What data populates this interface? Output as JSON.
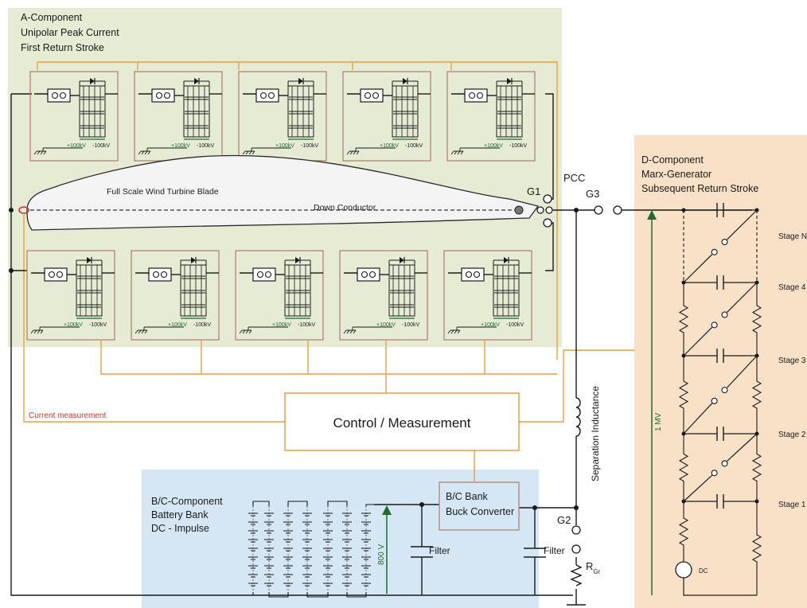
{
  "colors": {
    "a_component_bg": "#e6ecd4",
    "bc_component_bg": "#d5e7f4",
    "d_component_bg": "#f9e1c8",
    "control_wire": "#e8a13c",
    "voltage_arrow": "#1e6b2e",
    "current_measurement_text": "#c0392b"
  },
  "a_component": {
    "title_lines": [
      "A-Component",
      "Unipolar Peak Current",
      "First Return Stroke"
    ],
    "modules_top_count": 5,
    "modules_bottom_count": 5,
    "module_pos_label": "+100kV",
    "module_neg_label": "-100kV"
  },
  "blade": {
    "label": "Full Scale Wind Turbine Blade",
    "conductor_label": "Down Conductor"
  },
  "nodes": {
    "g1": "G1",
    "pcc": "PCC",
    "g3": "G3",
    "g2": "G2",
    "rgr": "R",
    "rgr_sub": "Gr"
  },
  "d_component": {
    "title_lines": [
      "D-Component",
      "Marx-Generator",
      "Subsequent Return Stroke"
    ],
    "stages": [
      "Stage N",
      "Stage 4",
      "Stage 3",
      "Stage 2",
      "Stage 1"
    ],
    "voltage_label": "1 MV",
    "dc_label": "DC"
  },
  "control": {
    "label": "Control / Measurement",
    "current_measurement": "Current measurement",
    "separation_inductance": "Separation Inductance"
  },
  "bc_component": {
    "title_lines": [
      "B/C-Component",
      "Battery Bank",
      "DC - Impulse"
    ],
    "bank_lines": [
      "B/C Bank",
      "Buck Converter"
    ],
    "voltage_label": "800 V",
    "filter_label": "Filter",
    "filter2_label": "Filter"
  }
}
